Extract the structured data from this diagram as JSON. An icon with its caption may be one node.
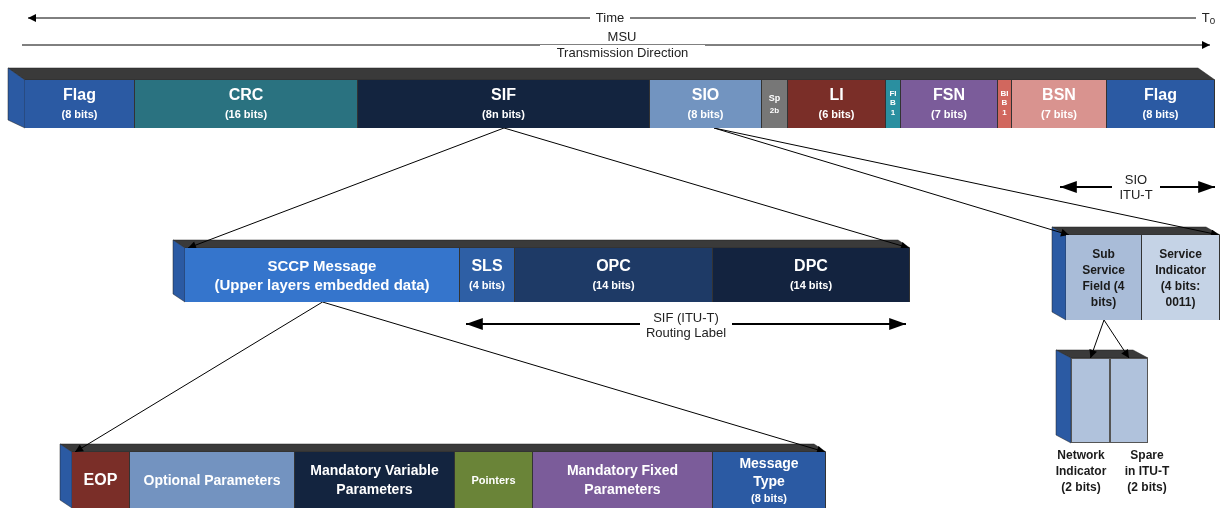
{
  "diagram": {
    "nodes": [
      {
        "text": [
          "Flag",
          "(8 bits)"
        ]
      },
      {
        "text": [
          "CRC",
          "(16 bits)"
        ]
      },
      {
        "text": [
          "SIF",
          "(8n bits)"
        ]
      },
      {
        "text": [
          "SIO",
          "(8 bits)"
        ]
      },
      {
        "text": [
          "Sp",
          "2b"
        ]
      },
      {
        "text": [
          "LI",
          "(6 bits)"
        ]
      },
      {
        "text": [
          "FIB",
          "1"
        ]
      },
      {
        "text": [
          "FSN",
          "(7 bits)"
        ]
      },
      {
        "text": [
          "BIB",
          "1"
        ]
      },
      {
        "text": [
          "BSN",
          "(7 bits)"
        ]
      },
      {
        "text": [
          "Flag",
          "(8 bits)"
        ]
      },
      {
        "text": [
          "SCCP Message",
          "(Upper layers embedded data)"
        ]
      },
      {
        "text": [
          "SLS",
          "(4 bits)"
        ]
      },
      {
        "text": [
          "OPC",
          "(14 bits)"
        ]
      },
      {
        "text": [
          "DPC",
          "(14 bits)"
        ]
      },
      {
        "text": [
          "Sub Service Field (4 bits)"
        ]
      },
      {
        "text": [
          "Service Indicator (4 bits: 0011)"
        ]
      },
      {
        "text": [
          "Network Indicator (2 bits)"
        ]
      },
      {
        "text": [
          "Spare in ITU-T (2 bits)"
        ]
      },
      {
        "text": [
          "EOP"
        ]
      },
      {
        "text": [
          "Optional Parameters"
        ]
      },
      {
        "text": [
          "Mandatory Variable Parameters"
        ]
      },
      {
        "text": [
          "Pointers"
        ]
      },
      {
        "text": [
          "Mandatory Fixed Parameters"
        ]
      },
      {
        "text": [
          "Message Type",
          "(8 bits)"
        ]
      }
    ],
    "edges": [
      {
        "from": 2,
        "to": 11,
        "arrow": "to"
      },
      {
        "from": 2,
        "to": 14,
        "arrow": "to"
      },
      {
        "from": 3,
        "to": 15,
        "arrow": "to"
      },
      {
        "from": 3,
        "to": 16,
        "arrow": "to"
      },
      {
        "from": 11,
        "to": 19,
        "arrow": "to"
      },
      {
        "from": 11,
        "to": 24,
        "arrow": "to"
      },
      {
        "from": 15,
        "to": 17,
        "arrow": "to"
      },
      {
        "from": 15,
        "to": 18,
        "arrow": "to"
      }
    ],
    "labels": [
      "Time",
      "T$_{0}$",
      "MSU",
      "Transmission Direction",
      "SIO ITU-T",
      "SIF (ITU-T) Routing Label"
    ]
  }
}
